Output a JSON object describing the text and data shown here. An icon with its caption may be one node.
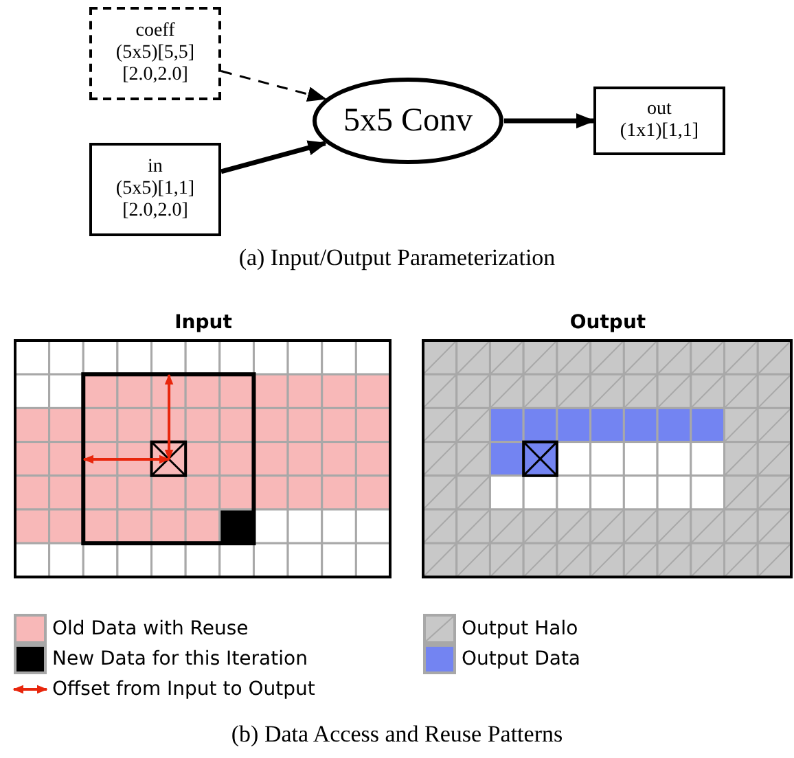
{
  "diagram": {
    "nodes": [
      {
        "text": [
          "coeff",
          "(5x5)[5,5]",
          "[2.0,2.0]"
        ]
      },
      {
        "text": [
          "in",
          "(5x5)[1,1]",
          "[2.0,2.0]"
        ]
      },
      {
        "text": [
          "5x5 Conv"
        ]
      },
      {
        "text": [
          "out",
          "(1x1)[1,1]"
        ]
      },
      {
        "text": [
          "Input"
        ]
      },
      {
        "text": [
          "Output"
        ]
      }
    ],
    "edges": [
      {
        "from": 0,
        "to": 2,
        "arrow": "to",
        "style": "dashed"
      },
      {
        "from": 1,
        "to": 2,
        "arrow": "to"
      },
      {
        "from": 2,
        "to": 3,
        "arrow": "to"
      }
    ],
    "labels": [
      "(a) Input/Output Parameterization",
      "(b) Data Access and Reuse Patterns"
    ],
    "legend": [
      {
        "text": "Old Data with Reuse",
        "color": "#f8b8b8"
      },
      {
        "text": "New Data for this Iteration",
        "color": "#000000"
      },
      {
        "text": "Offset from Input to Output"
      },
      {
        "text": "Output Halo"
      },
      {
        "text": "Output Data",
        "color": "#7384f2"
      }
    ]
  }
}
